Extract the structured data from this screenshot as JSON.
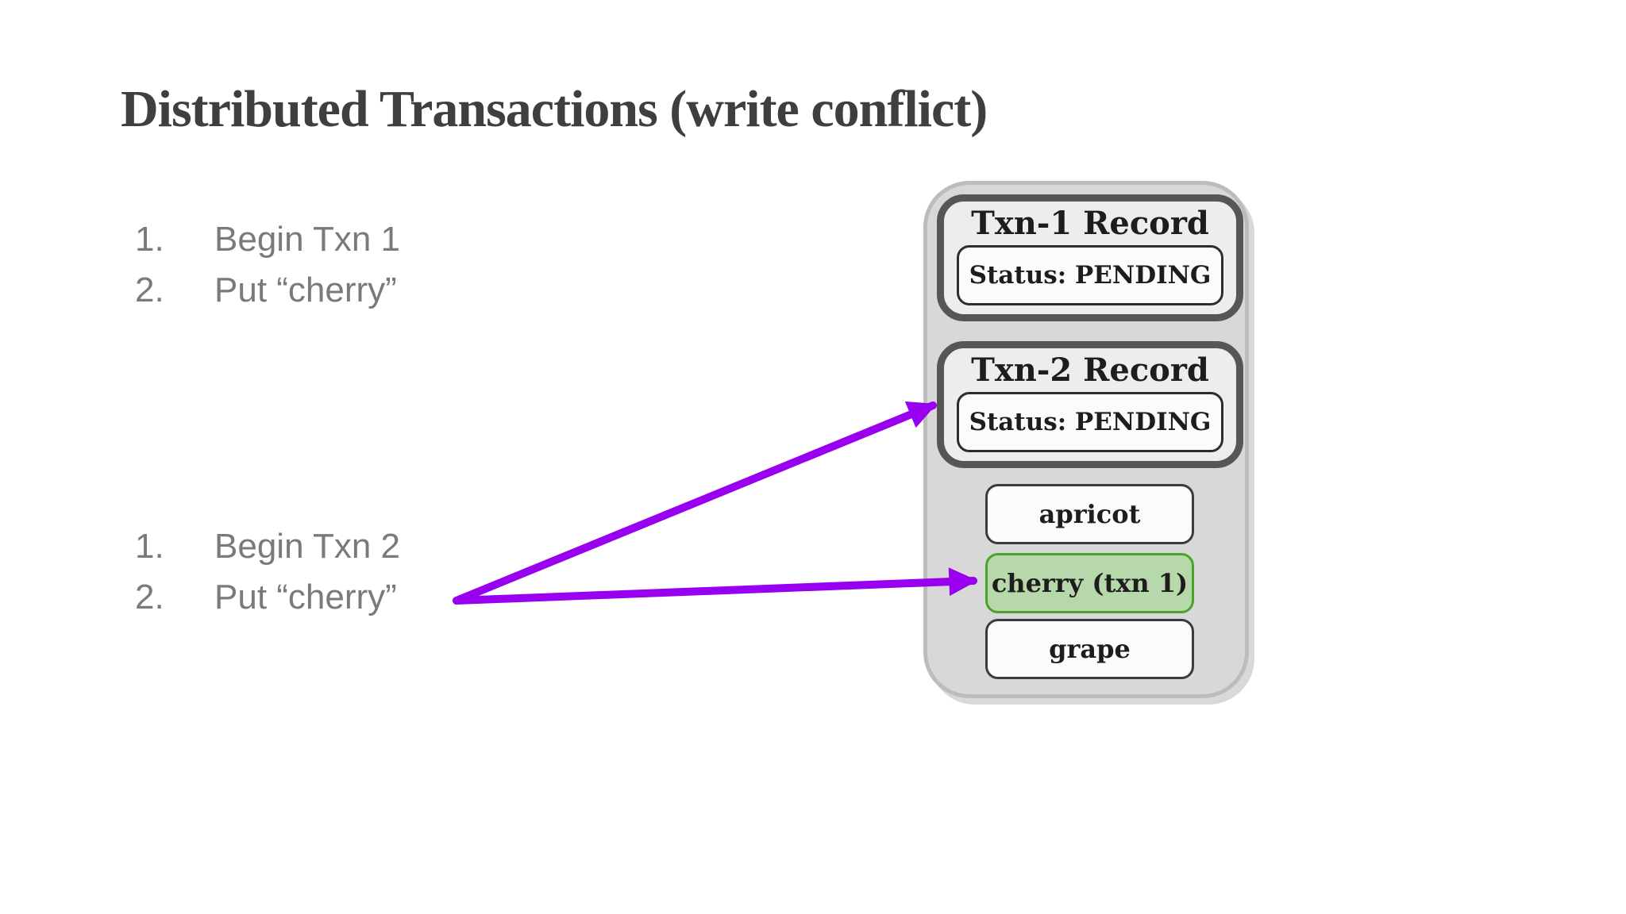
{
  "title": "Distributed Transactions (write conflict)",
  "txn1_steps": [
    {
      "num": "1.",
      "text": "Begin Txn 1"
    },
    {
      "num": "2.",
      "text": "Put “cherry”"
    }
  ],
  "txn2_steps": [
    {
      "num": "1.",
      "text": "Begin Txn 2"
    },
    {
      "num": "2.",
      "text": "Put “cherry”"
    }
  ],
  "store": {
    "txn1_record": {
      "title": "Txn-1 Record",
      "status": "Status: PENDING"
    },
    "txn2_record": {
      "title": "Txn-2 Record",
      "status": "Status: PENDING"
    },
    "keys": [
      {
        "label": "apricot",
        "highlight": false
      },
      {
        "label": "cherry (txn 1)",
        "highlight": true
      },
      {
        "label": "grape",
        "highlight": false
      }
    ]
  },
  "colors": {
    "page_bg": "#ffffff",
    "title_text": "#3f3f3f",
    "list_text": "#7a7a7a",
    "panel_bg": "#d8d8d8",
    "panel_border": "#bcbcbc",
    "record_bg": "#ededed",
    "record_border": "#565656",
    "status_bg": "#fbfbfb",
    "status_border": "#2d2d2d",
    "item_bg": "#fbfbfb",
    "item_border": "#3b3b3b",
    "item_text": "#1d1d1d",
    "highlight_bg": "#b7d8aa",
    "highlight_border": "#4ba32a",
    "arrow": "#9900f0"
  }
}
